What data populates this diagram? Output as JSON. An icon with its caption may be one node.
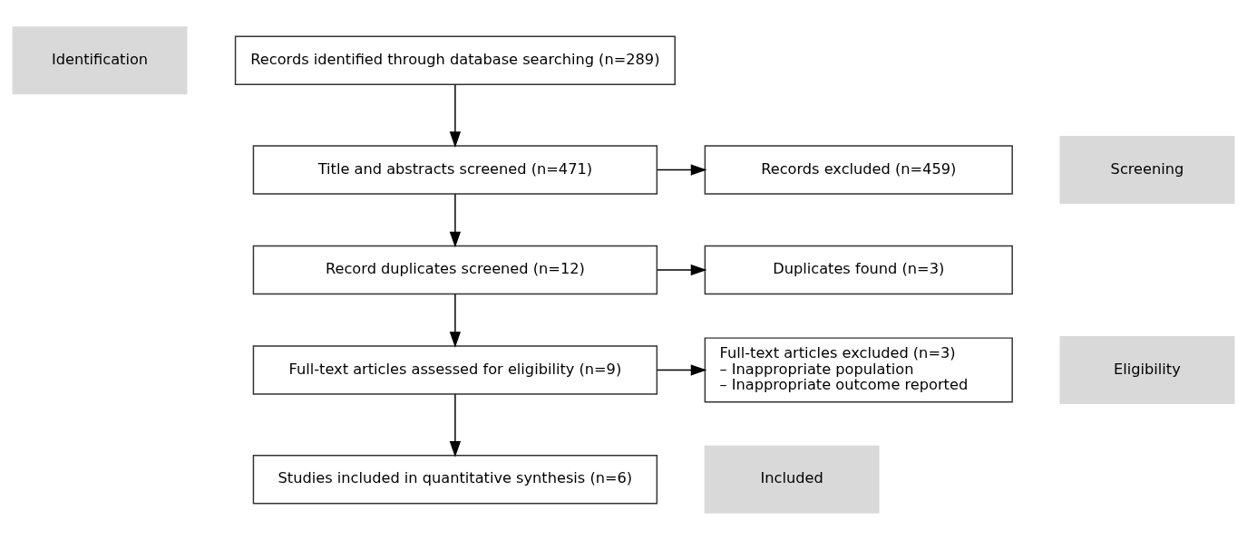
{
  "diagram": {
    "nodes": [
      {
        "text": [
          "Identification"
        ]
      },
      {
        "text": [
          "Records identified through database searching (n=289)"
        ]
      },
      {
        "text": [
          "Screening"
        ]
      },
      {
        "text": [
          "Title and abstracts screened (n=471)"
        ]
      },
      {
        "text": [
          "Records excluded (n=459)"
        ]
      },
      {
        "text": [
          "Record duplicates screened (n=12)"
        ]
      },
      {
        "text": [
          "Duplicates found (n=3)"
        ]
      },
      {
        "text": [
          "Eligibility"
        ]
      },
      {
        "text": [
          "Full-text articles assessed for eligibility (n=9)"
        ]
      },
      {
        "text": [
          "Full-text articles excluded (n=3) – Inappropriate population – Inappropriate outcome reported"
        ]
      },
      {
        "text": [
          "Included"
        ]
      },
      {
        "text": [
          "Studies included in quantitative synthesis (n=6)"
        ]
      }
    ],
    "edges": [
      {
        "from": 1,
        "to": 3,
        "arrow": "to"
      },
      {
        "from": 3,
        "to": 4,
        "arrow": "to"
      },
      {
        "from": 3,
        "to": 5,
        "arrow": "to"
      },
      {
        "from": 5,
        "to": 6,
        "arrow": "to"
      },
      {
        "from": 5,
        "to": 8,
        "arrow": "to"
      },
      {
        "from": 8,
        "to": 9,
        "arrow": "to"
      },
      {
        "from": 8,
        "to": 11,
        "arrow": "to"
      }
    ]
  }
}
